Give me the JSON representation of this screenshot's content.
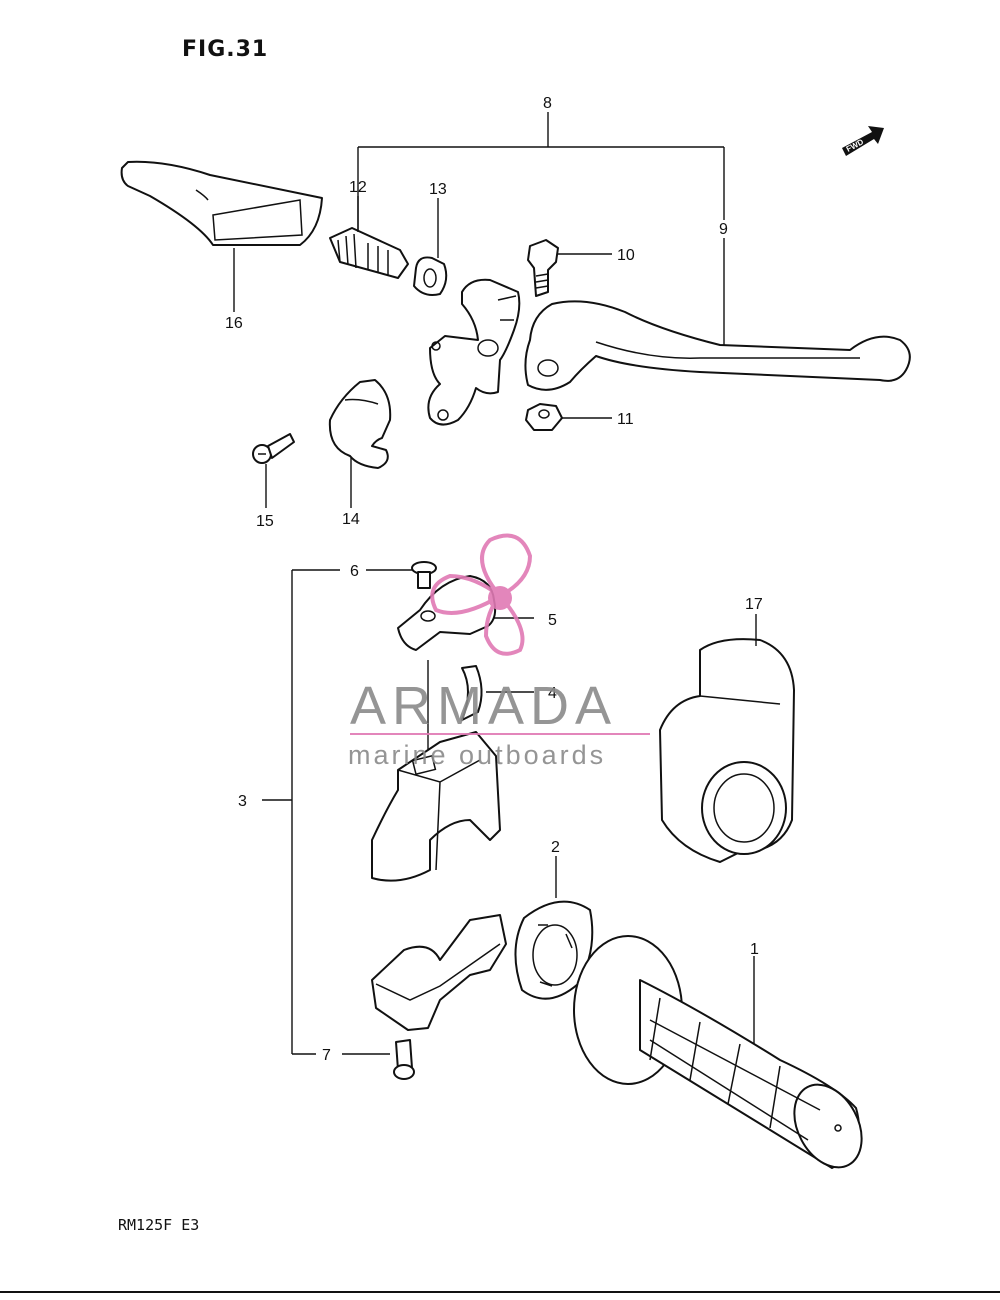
{
  "figure": {
    "title": "FIG.31",
    "model_code": "RM125F E3",
    "direction_label": "FWD"
  },
  "callouts": [
    {
      "id": "1"
    },
    {
      "id": "2"
    },
    {
      "id": "3"
    },
    {
      "id": "4"
    },
    {
      "id": "5"
    },
    {
      "id": "6"
    },
    {
      "id": "7"
    },
    {
      "id": "8"
    },
    {
      "id": "9"
    },
    {
      "id": "10"
    },
    {
      "id": "11"
    },
    {
      "id": "12"
    },
    {
      "id": "13"
    },
    {
      "id": "14"
    },
    {
      "id": "15"
    },
    {
      "id": "16"
    },
    {
      "id": "17"
    }
  ],
  "watermark": {
    "brand": "ARMADA",
    "tagline": "marine outboards",
    "logo_color": "#e07ab4",
    "text_color": "#8a8a8a"
  }
}
